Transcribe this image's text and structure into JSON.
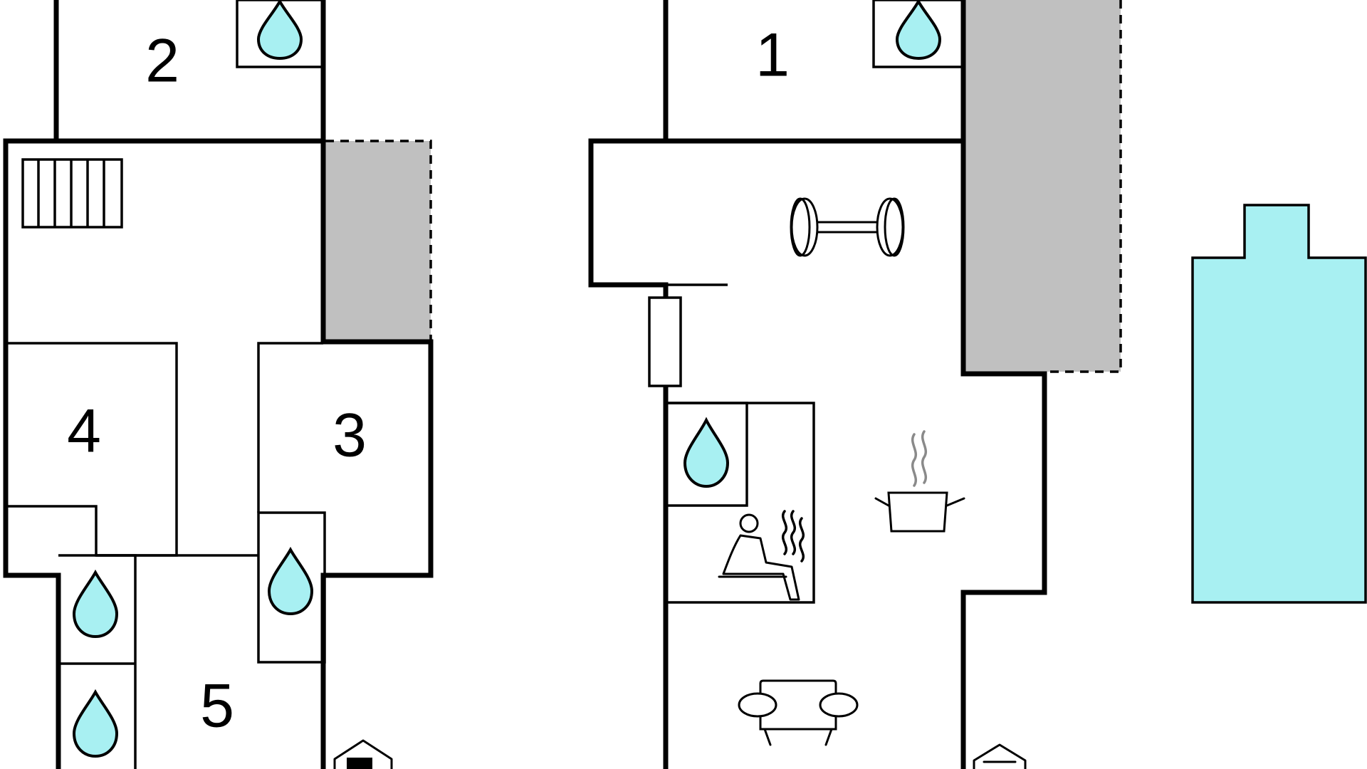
{
  "rooms": [
    {
      "label": "1"
    },
    {
      "label": "2"
    },
    {
      "label": "3"
    },
    {
      "label": "4"
    },
    {
      "label": "5"
    }
  ],
  "colors": {
    "wall": "#000000",
    "water": "#a8f0f2",
    "terrace": "#c0c0c0",
    "steam": "#8a8a8a",
    "background": "#ffffff"
  },
  "icons": [
    "water-drop-icon",
    "stairs-icon",
    "dumbbell-icon",
    "sauna-icon",
    "cooking-pot-icon",
    "sofa-icon",
    "entrance-house-icon",
    "swimming-pool"
  ]
}
